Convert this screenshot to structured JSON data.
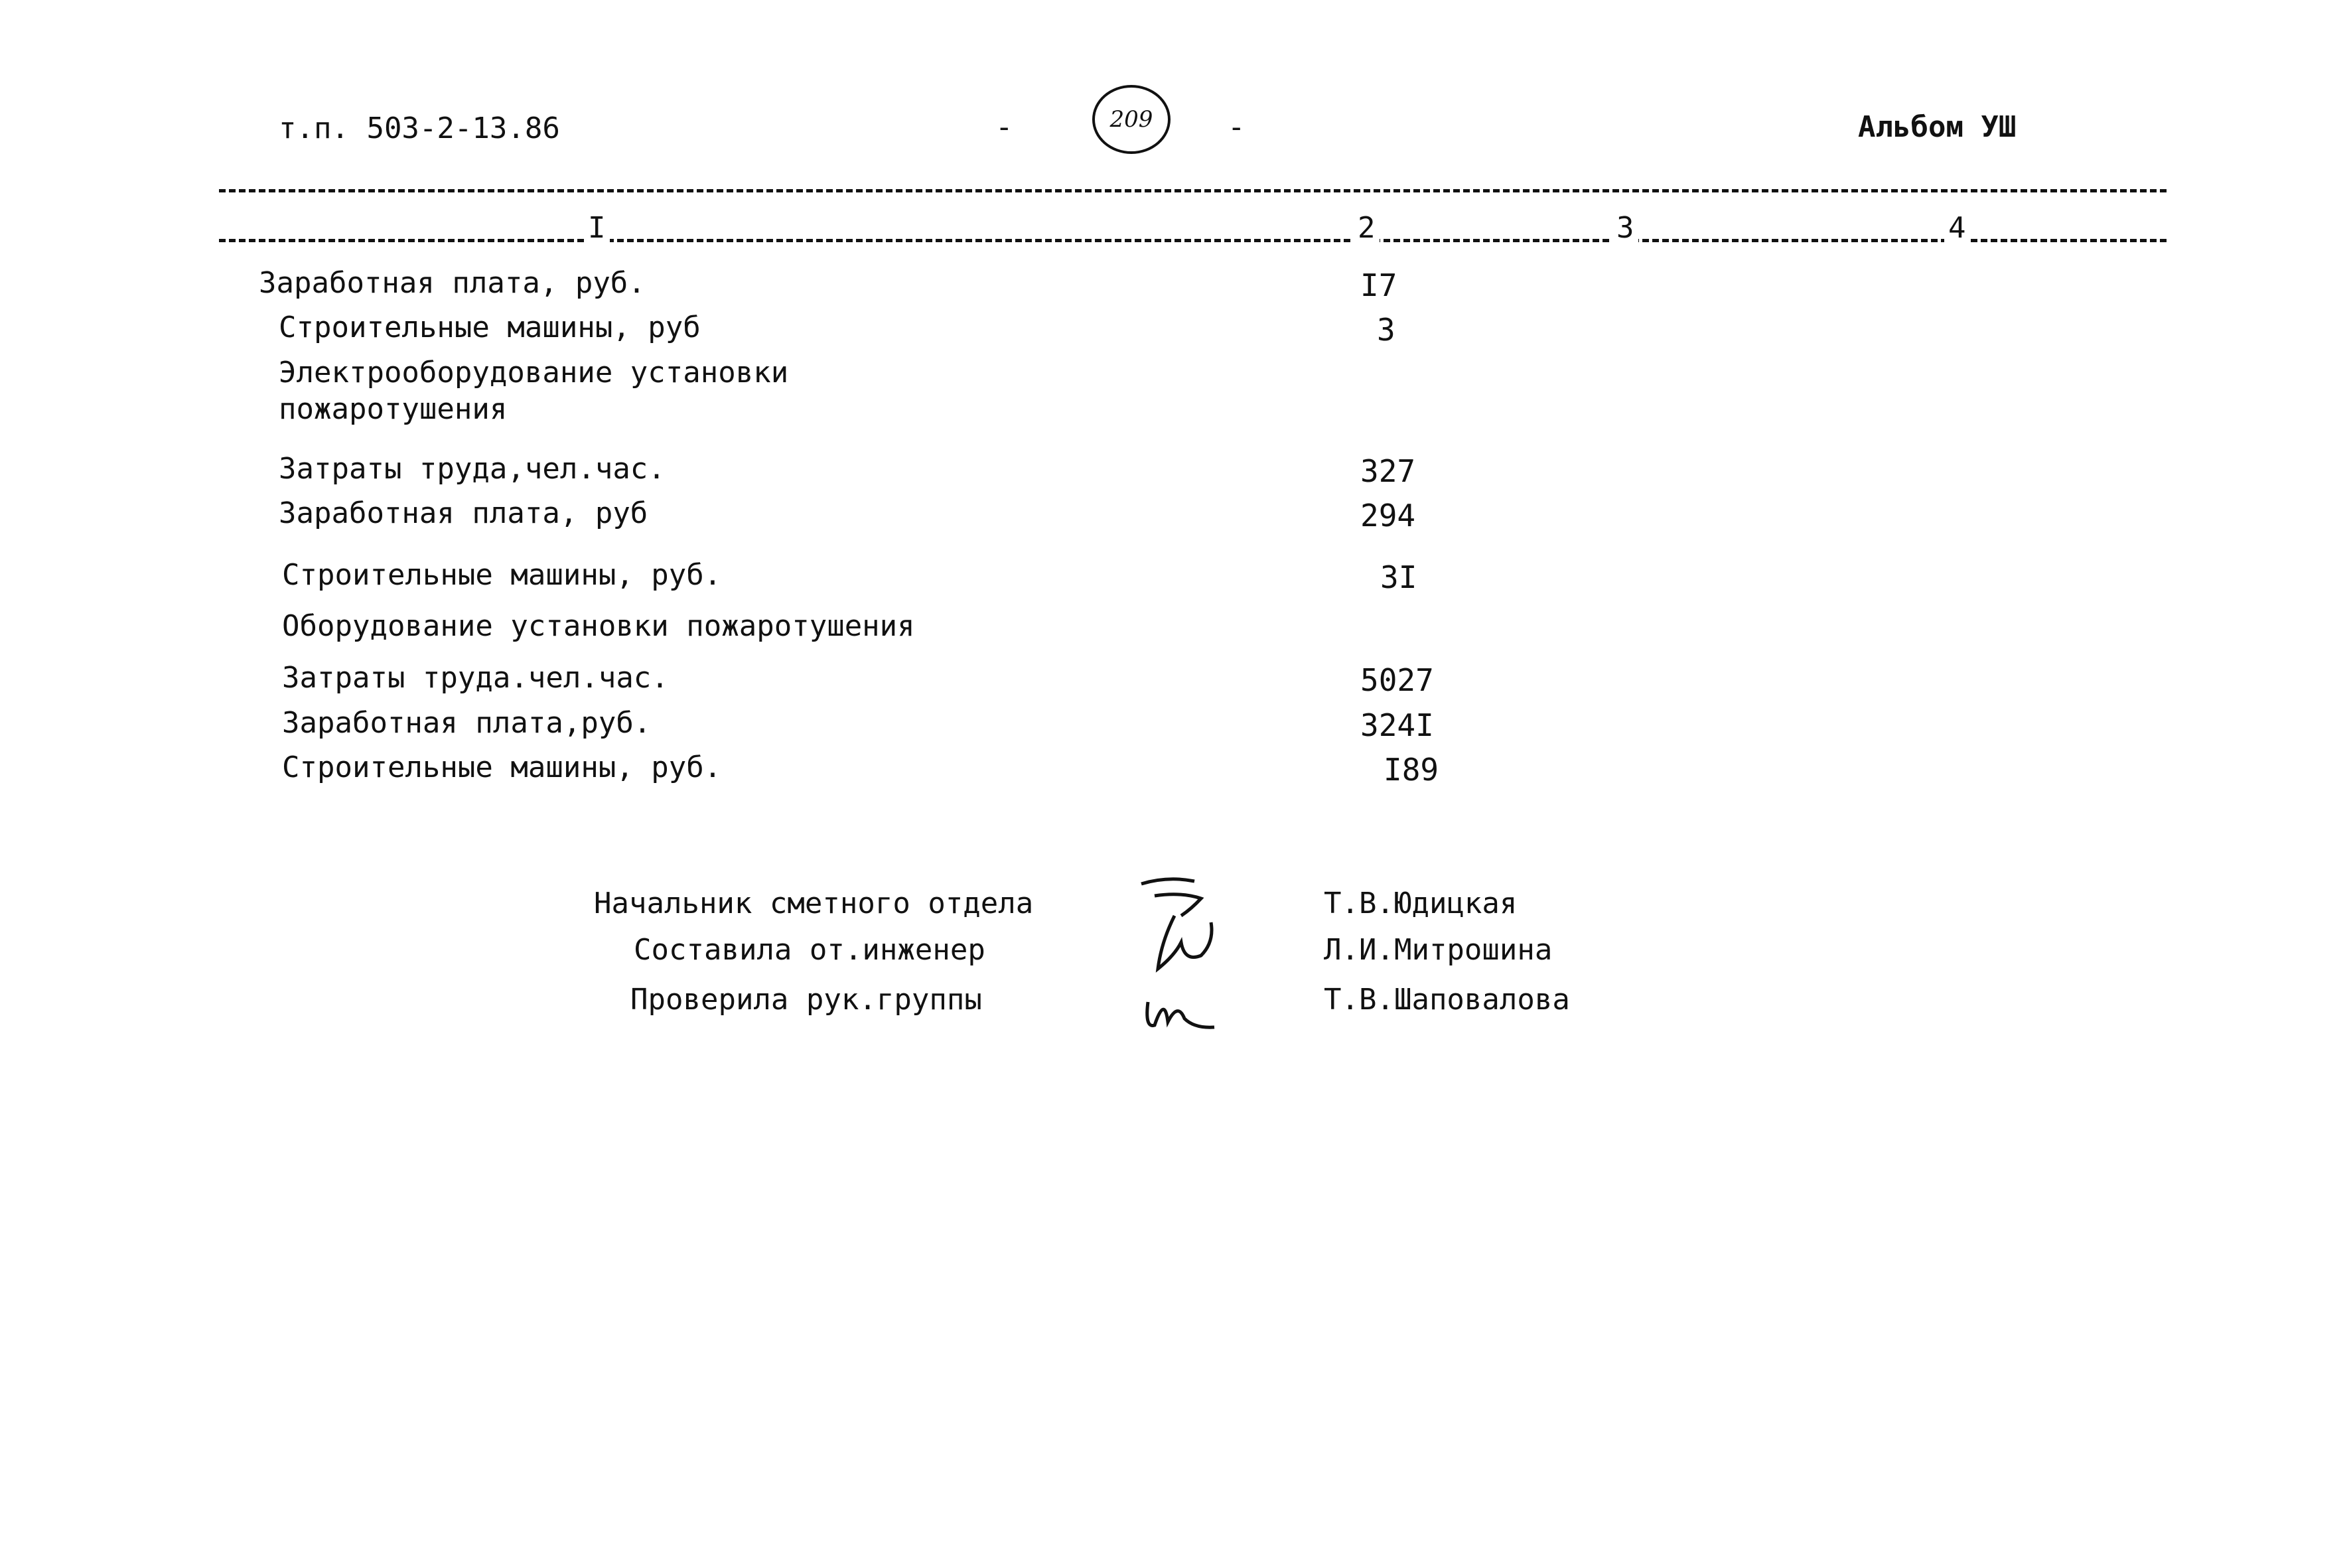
{
  "header": {
    "doc_number": "т.п.  503-2-13.86",
    "dash_left": "-",
    "page_number": "209",
    "dash_right": "-",
    "album": "Альбом УШ"
  },
  "columns": [
    "I",
    "2",
    "3",
    "4"
  ],
  "rows": [
    {
      "label": "Заработная плата, руб.",
      "value": "I7"
    },
    {
      "label": "Строительные машины, руб",
      "value": "3"
    },
    {
      "label": "Электрооборудование установки",
      "label2": "пожаротушения",
      "value": ""
    },
    {
      "label": "Затраты труда,чел.час.",
      "value": "327"
    },
    {
      "label": "Заработная плата, руб",
      "value": "294"
    },
    {
      "label": "Строительные машины, руб.",
      "value": "3I"
    },
    {
      "label": "Оборудование установки пожаротушения",
      "value": ""
    },
    {
      "label": "Затраты труда.чел.час.",
      "value": "5027"
    },
    {
      "label": "Заработная плата,руб.",
      "value": "324I"
    },
    {
      "label": "Строительные машины, руб.",
      "value": "I89"
    }
  ],
  "signatures": [
    {
      "position": "Начальник сметного отдела",
      "name": "Т.В.Юдицкая"
    },
    {
      "position": "Составила от.инженер",
      "name": "Л.И.Митрошина"
    },
    {
      "position": "Проверила рук.группы",
      "name": "Т.В.Шаповалова"
    }
  ]
}
